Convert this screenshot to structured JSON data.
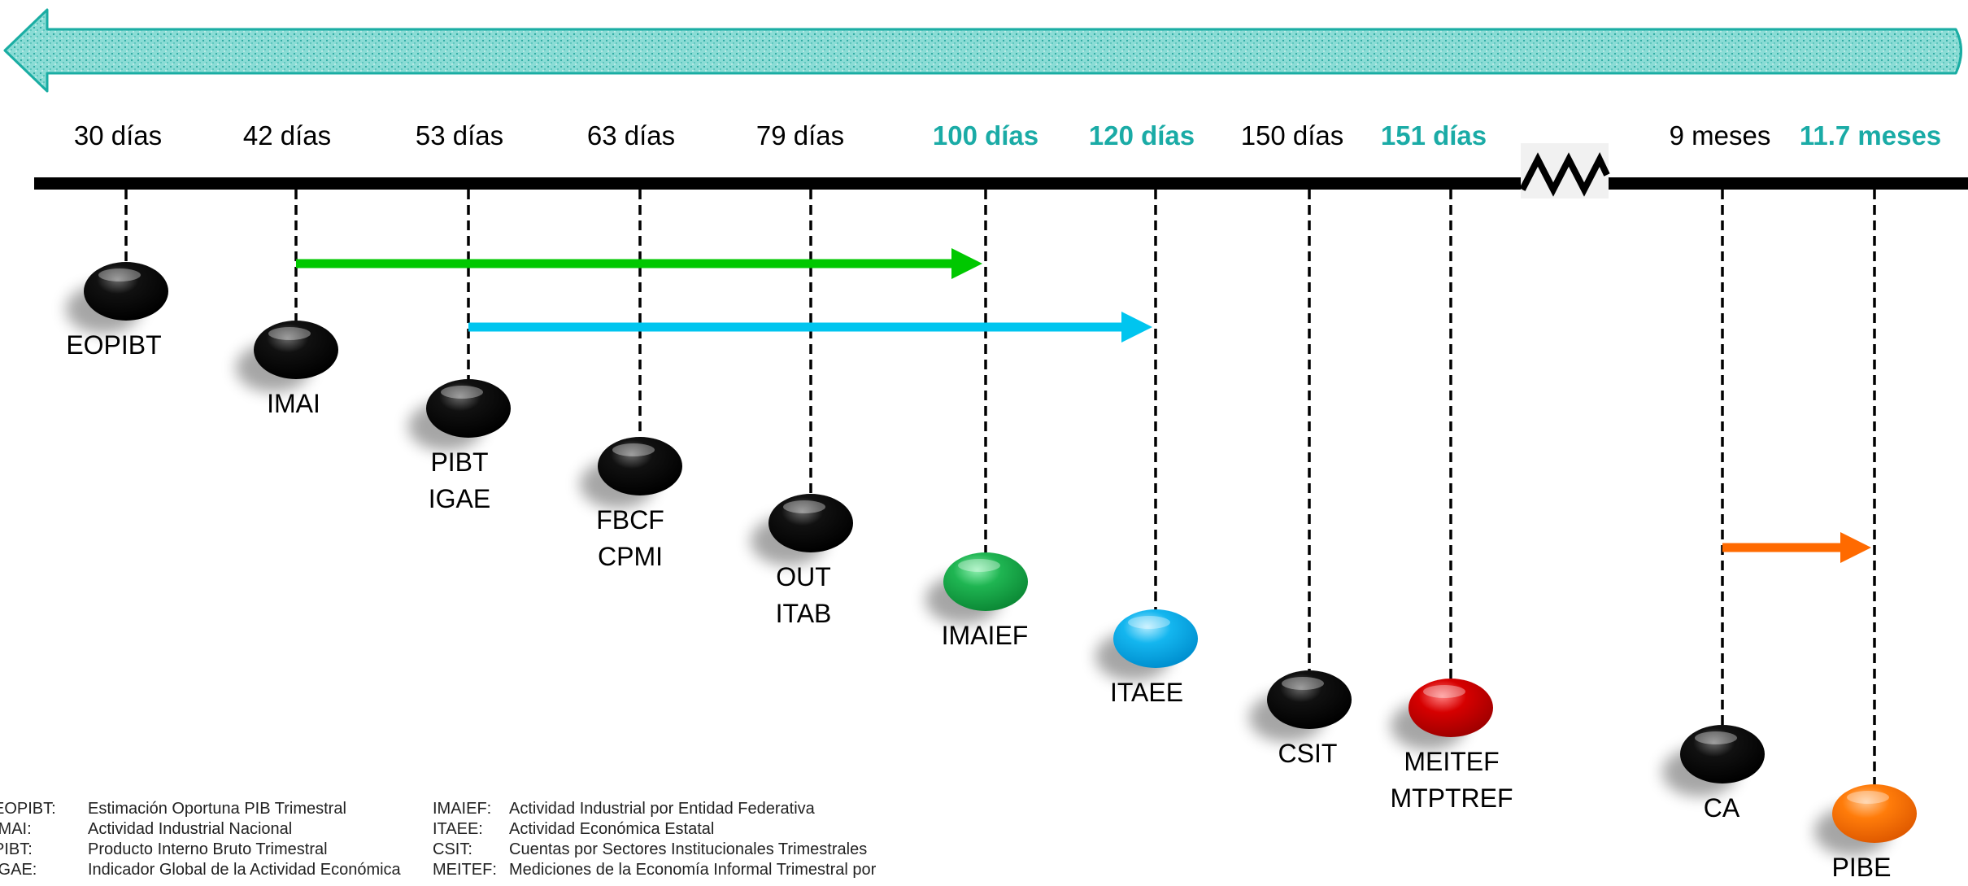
{
  "colors": {
    "arrow_fill": "#7fd6cf",
    "arrow_stroke": "#1aada3",
    "timeline": "#000000",
    "highlight_label": "#1aaba6",
    "green": "#00c800",
    "cyan": "#00c5ef",
    "orange": "#ff6a00"
  },
  "ticks": [
    {
      "label": "30 días",
      "highlight": false
    },
    {
      "label": "42 días",
      "highlight": false
    },
    {
      "label": "53 días",
      "highlight": false
    },
    {
      "label": "63 días",
      "highlight": false
    },
    {
      "label": "79 días",
      "highlight": false
    },
    {
      "label": "100 días",
      "highlight": true
    },
    {
      "label": "120 días",
      "highlight": true
    },
    {
      "label": "150 días",
      "highlight": false
    },
    {
      "label": "151 días",
      "highlight": true
    },
    {
      "label": "9 meses",
      "highlight": false
    },
    {
      "label": "11.7 meses",
      "highlight": true
    }
  ],
  "nodes": [
    {
      "tick": 0,
      "labels": [
        "EOPIBT"
      ],
      "color": "black"
    },
    {
      "tick": 1,
      "labels": [
        "IMAI"
      ],
      "color": "black"
    },
    {
      "tick": 2,
      "labels": [
        "PIBT",
        "IGAE"
      ],
      "color": "black"
    },
    {
      "tick": 3,
      "labels": [
        "FBCF",
        "CPMI"
      ],
      "color": "black"
    },
    {
      "tick": 4,
      "labels": [
        "OUT",
        "ITAB"
      ],
      "color": "black"
    },
    {
      "tick": 5,
      "labels": [
        "IMAIEF"
      ],
      "color": "green"
    },
    {
      "tick": 6,
      "labels": [
        "ITAEE"
      ],
      "color": "blue"
    },
    {
      "tick": 7,
      "labels": [
        "CSIT"
      ],
      "color": "black"
    },
    {
      "tick": 8,
      "labels": [
        "MEITEF",
        "MTPTREF"
      ],
      "color": "red"
    },
    {
      "tick": 9,
      "labels": [
        "CA"
      ],
      "color": "black"
    },
    {
      "tick": 10,
      "labels": [
        "PIBE"
      ],
      "color": "orange"
    }
  ],
  "connectors": [
    {
      "from": 1,
      "to": 5,
      "color": "green"
    },
    {
      "from": 2,
      "to": 6,
      "color": "cyan"
    },
    {
      "from": 9,
      "to": 10,
      "color": "orange"
    }
  ],
  "glossary": {
    "left": [
      {
        "abbr": "EOPIBT:",
        "desc": "Estimación Oportuna PIB Trimestral"
      },
      {
        "abbr": "IMAI:",
        "desc": " Actividad Industrial Nacional"
      },
      {
        "abbr": "PIBT:",
        "desc": "Producto Interno Bruto Trimestral"
      },
      {
        "abbr": "IGAE:",
        "desc": "Indicador Global de la Actividad Económica"
      }
    ],
    "right": [
      {
        "abbr": "IMAIEF:",
        "desc": "Actividad Industrial por Entidad Federativa"
      },
      {
        "abbr": "ITAEE:",
        "desc": "Actividad Económica Estatal"
      },
      {
        "abbr": "CSIT:",
        "desc": "Cuentas por Sectores Institucionales Trimestrales"
      },
      {
        "abbr": "MEITEF:",
        "desc": "Mediciones de la Economía Informal Trimestral por"
      }
    ]
  }
}
